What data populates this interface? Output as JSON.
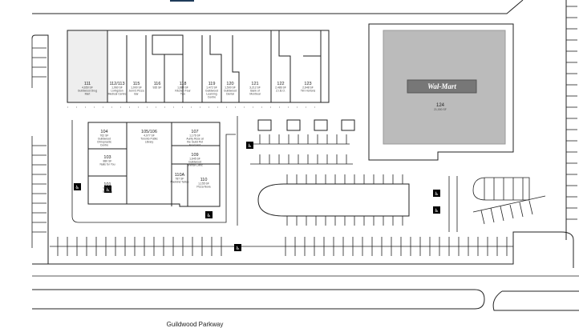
{
  "map": {
    "street_label": "Guildwood Parkway",
    "anchor": {
      "unit": "124",
      "area": "21,000 SF",
      "logo_text": "Wal-Mart"
    },
    "units": [
      {
        "id": "111",
        "area": "4,650 SF",
        "tenant": "Guildwood Drug Mart"
      },
      {
        "id": "112/113",
        "area": "1,960 SF",
        "tenant": "Livingston Medical Centre"
      },
      {
        "id": "115",
        "area": "1,900 SF",
        "tenant": "Jenn's Pizza Bar"
      },
      {
        "id": "116",
        "area": "935 SF",
        "tenant": ""
      },
      {
        "id": "118",
        "area": "1,884 SF",
        "tenant": "Kitchen Four Two"
      },
      {
        "id": "119",
        "area": "1,472 SF",
        "tenant": "Guildwood Learning Centre"
      },
      {
        "id": "120",
        "area": "1,500 SF",
        "tenant": "Guildwood Dental"
      },
      {
        "id": "121",
        "area": "3,212 SF",
        "tenant": "Bank of Montreal"
      },
      {
        "id": "122",
        "area": "2,486 SF",
        "tenant": "Z.I.B.O."
      },
      {
        "id": "123",
        "area": "2,648 SF",
        "tenant": "Tim Hortons"
      },
      {
        "id": "104",
        "area": "762 SF",
        "tenant": "Guildwood Chiropractic Centre"
      },
      {
        "id": "105/106",
        "area": "4,077 SF",
        "tenant": "Toronto Public Library"
      },
      {
        "id": "107",
        "area": "1,176 SF",
        "tenant": "Aunty Rose at the Guild Pet Food and Grooming"
      },
      {
        "id": "103",
        "area": "880 SF",
        "tenant": "Nails for You"
      },
      {
        "id": "109",
        "area": "1,645 SF",
        "tenant": "Guildwood Animal Clinic"
      },
      {
        "id": "101",
        "area": "971 SF",
        "tenant": "Subway"
      },
      {
        "id": "110A",
        "area": "787 SF",
        "tenant": "Mankind Tattoo"
      },
      {
        "id": "110",
        "area": "1,155 SF",
        "tenant": "Pizza Nova"
      }
    ]
  }
}
